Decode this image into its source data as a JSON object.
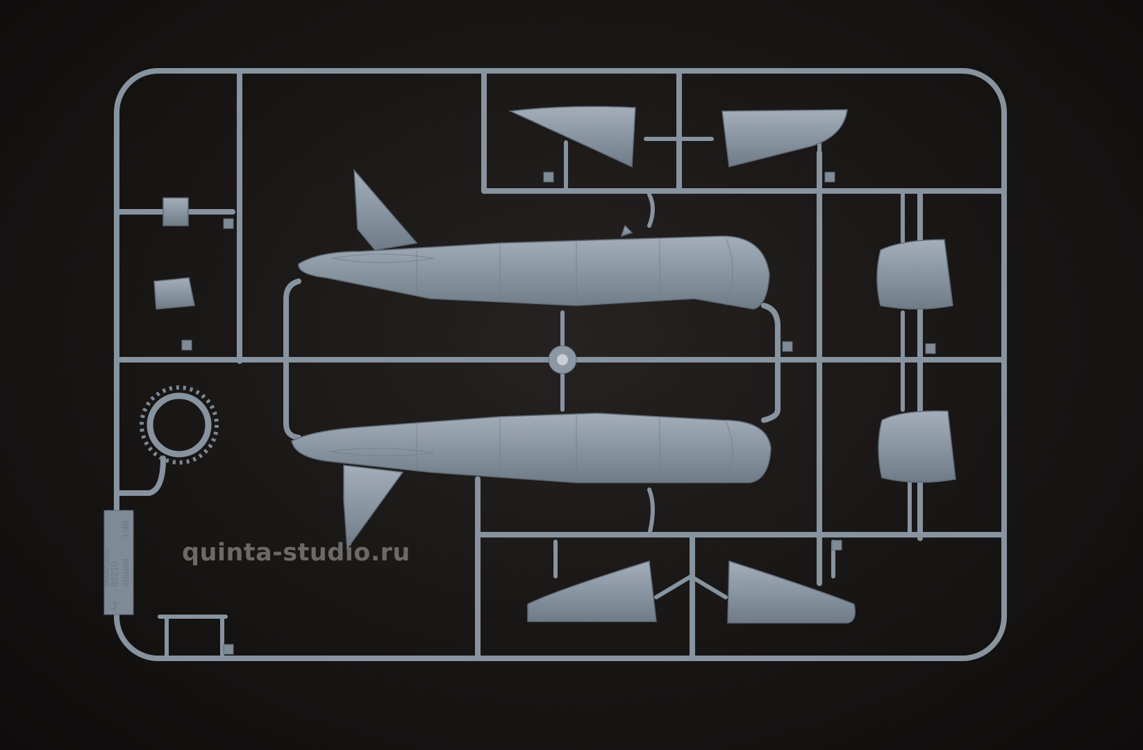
{
  "watermark": "quinta-studio.ru",
  "sprue_label": {
    "kit_number": "82210",
    "brand": "eduard",
    "model": "A6M5/5a/5b",
    "scale": "1:48",
    "sprue_letter": "J"
  },
  "colors": {
    "background": "#151313",
    "plastic": "#8794a0"
  }
}
